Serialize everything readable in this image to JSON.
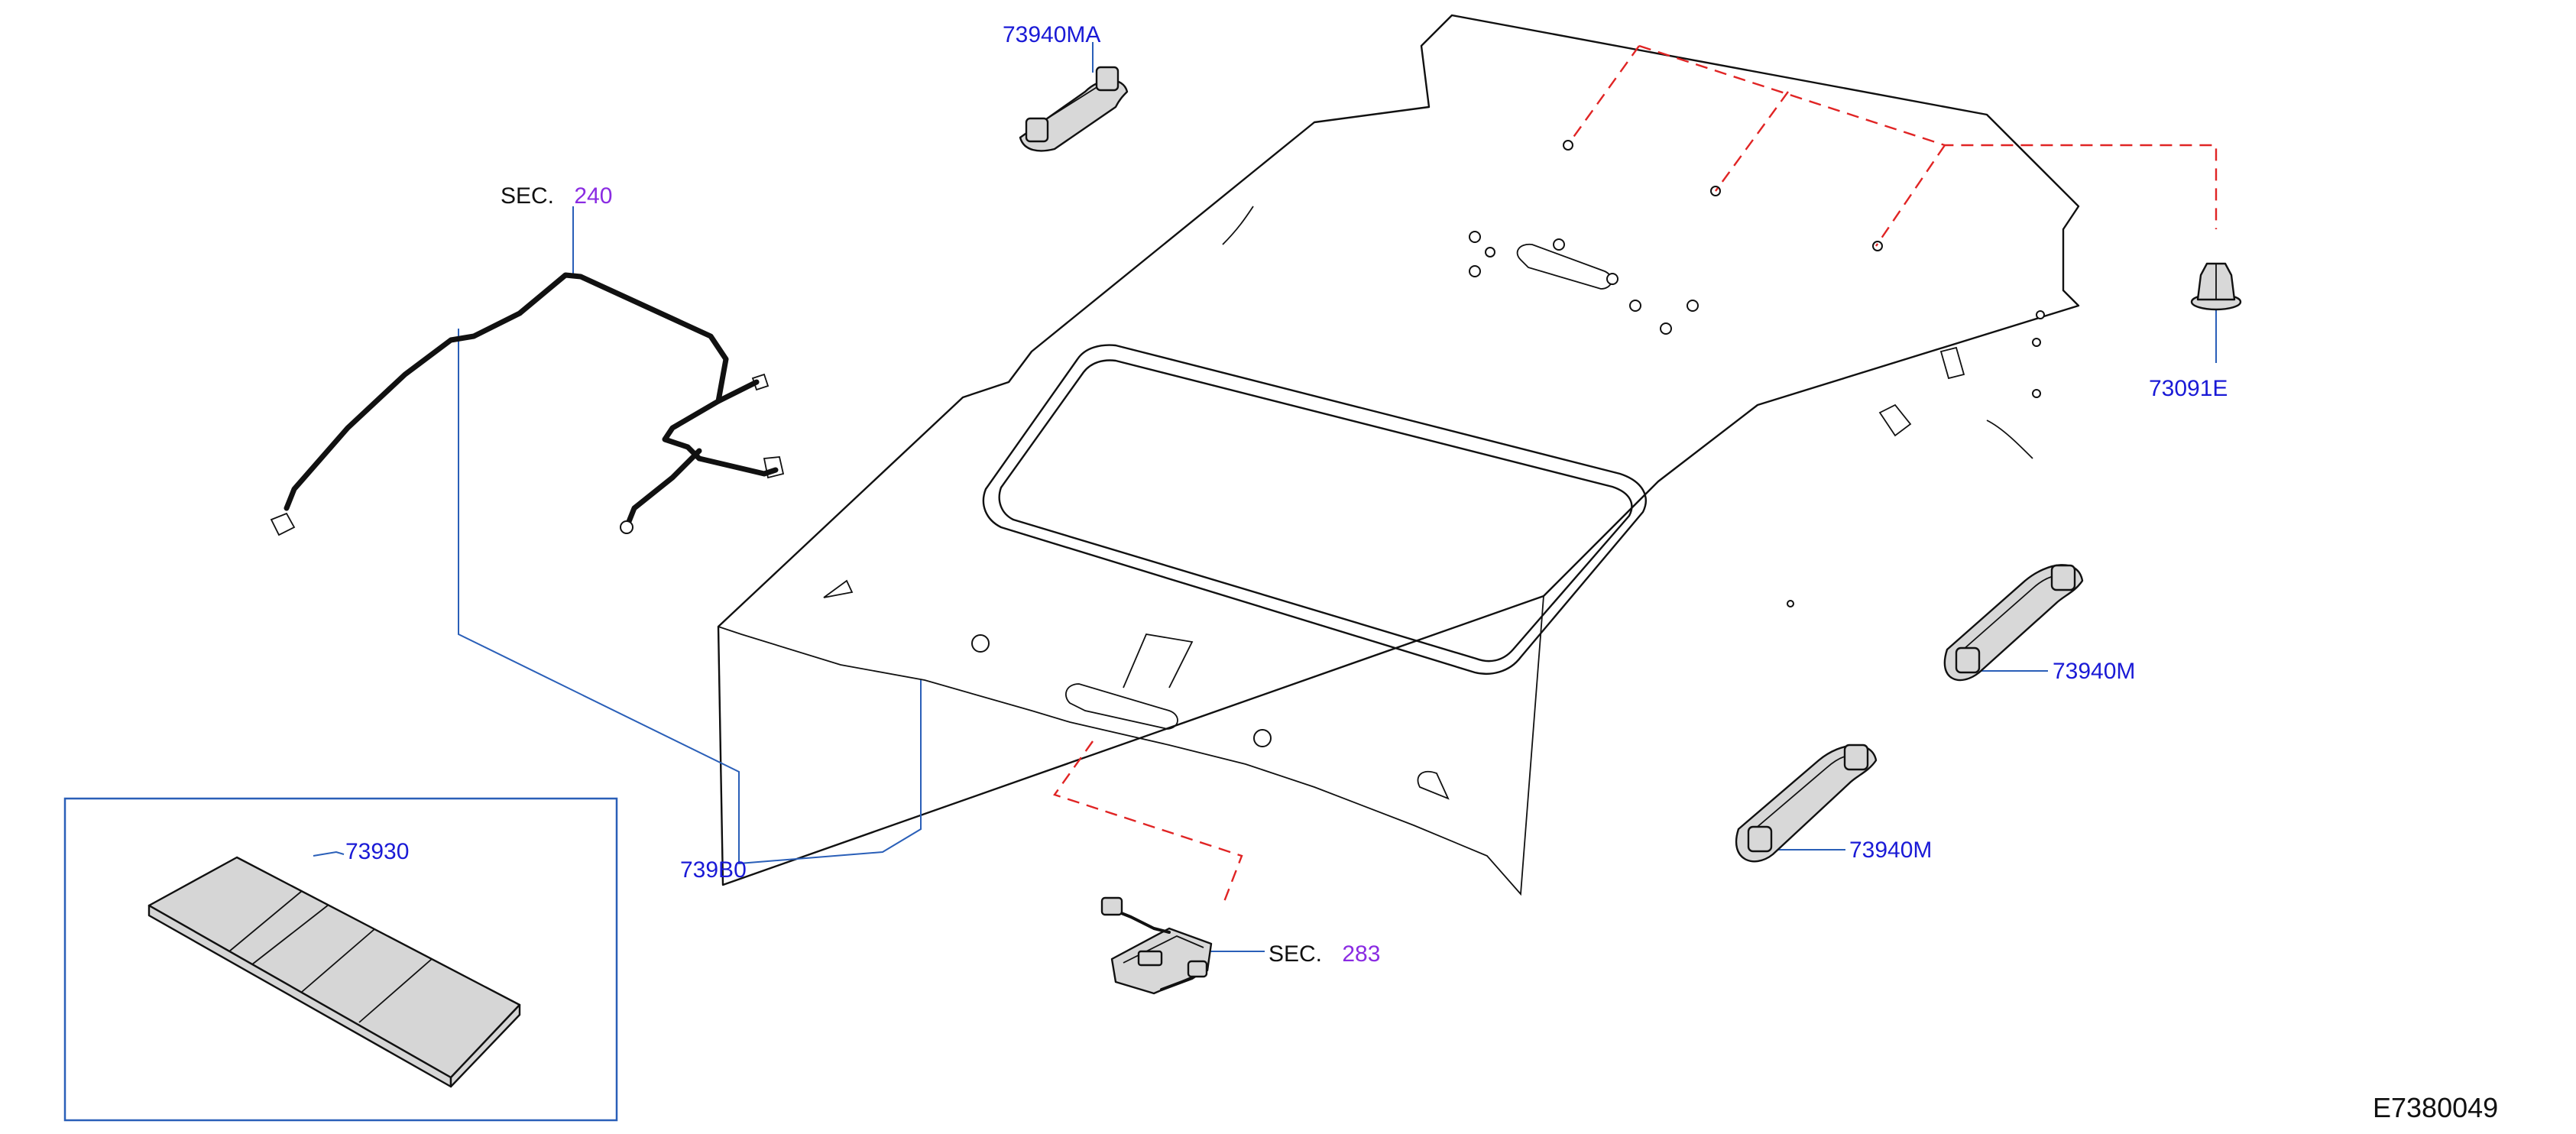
{
  "labels": {
    "grip_front_top": "73940MA",
    "sec_harness_prefix": "SEC.",
    "sec_harness_num": "240",
    "clip": "73091E",
    "grip_rear_right": "73940M",
    "grip_rear_left": "73940M",
    "headlining": "739B0",
    "sec_lamp_prefix": "SEC.",
    "sec_lamp_num": "283",
    "insulator": "73930",
    "diagram_id": "E7380049"
  },
  "colors": {
    "part_number": "#1a1ad6",
    "section_number": "#8a2be2",
    "leader_line": "#2a5fb8",
    "phantom_line": "#e02424"
  }
}
